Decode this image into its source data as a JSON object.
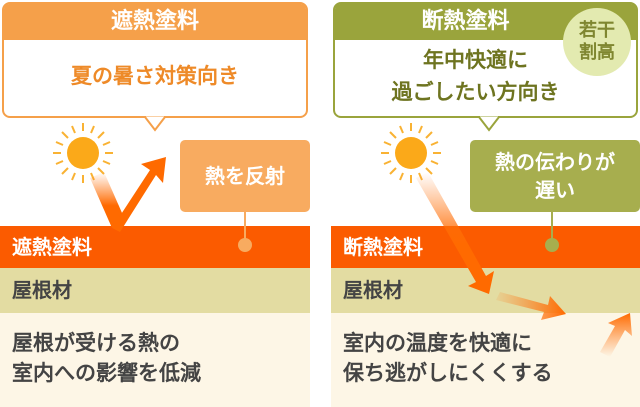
{
  "left": {
    "title": "遮熱塗料",
    "subtitle": "夏の暑さ対策向き",
    "tag": "熱を反射",
    "coat_layer": "遮熱塗料",
    "roof_layer": "屋根材",
    "desc_line1": "屋根が受ける熱の",
    "desc_line2": "室内への影響を低減",
    "accent": "#f5a04a"
  },
  "right": {
    "title": "断熱塗料",
    "subtitle_line1": "年中快適に",
    "subtitle_line2": "過ごしたい方向き",
    "badge_line1": "若干",
    "badge_line2": "割高",
    "tag_line1": "熱の伝わりが",
    "tag_line2": "遅い",
    "coat_layer": "断熱塗料",
    "roof_layer": "屋根材",
    "desc_line1": "室内の温度を快適に",
    "desc_line2": "保ち逃がしにくくする",
    "accent": "#9aa43c"
  }
}
